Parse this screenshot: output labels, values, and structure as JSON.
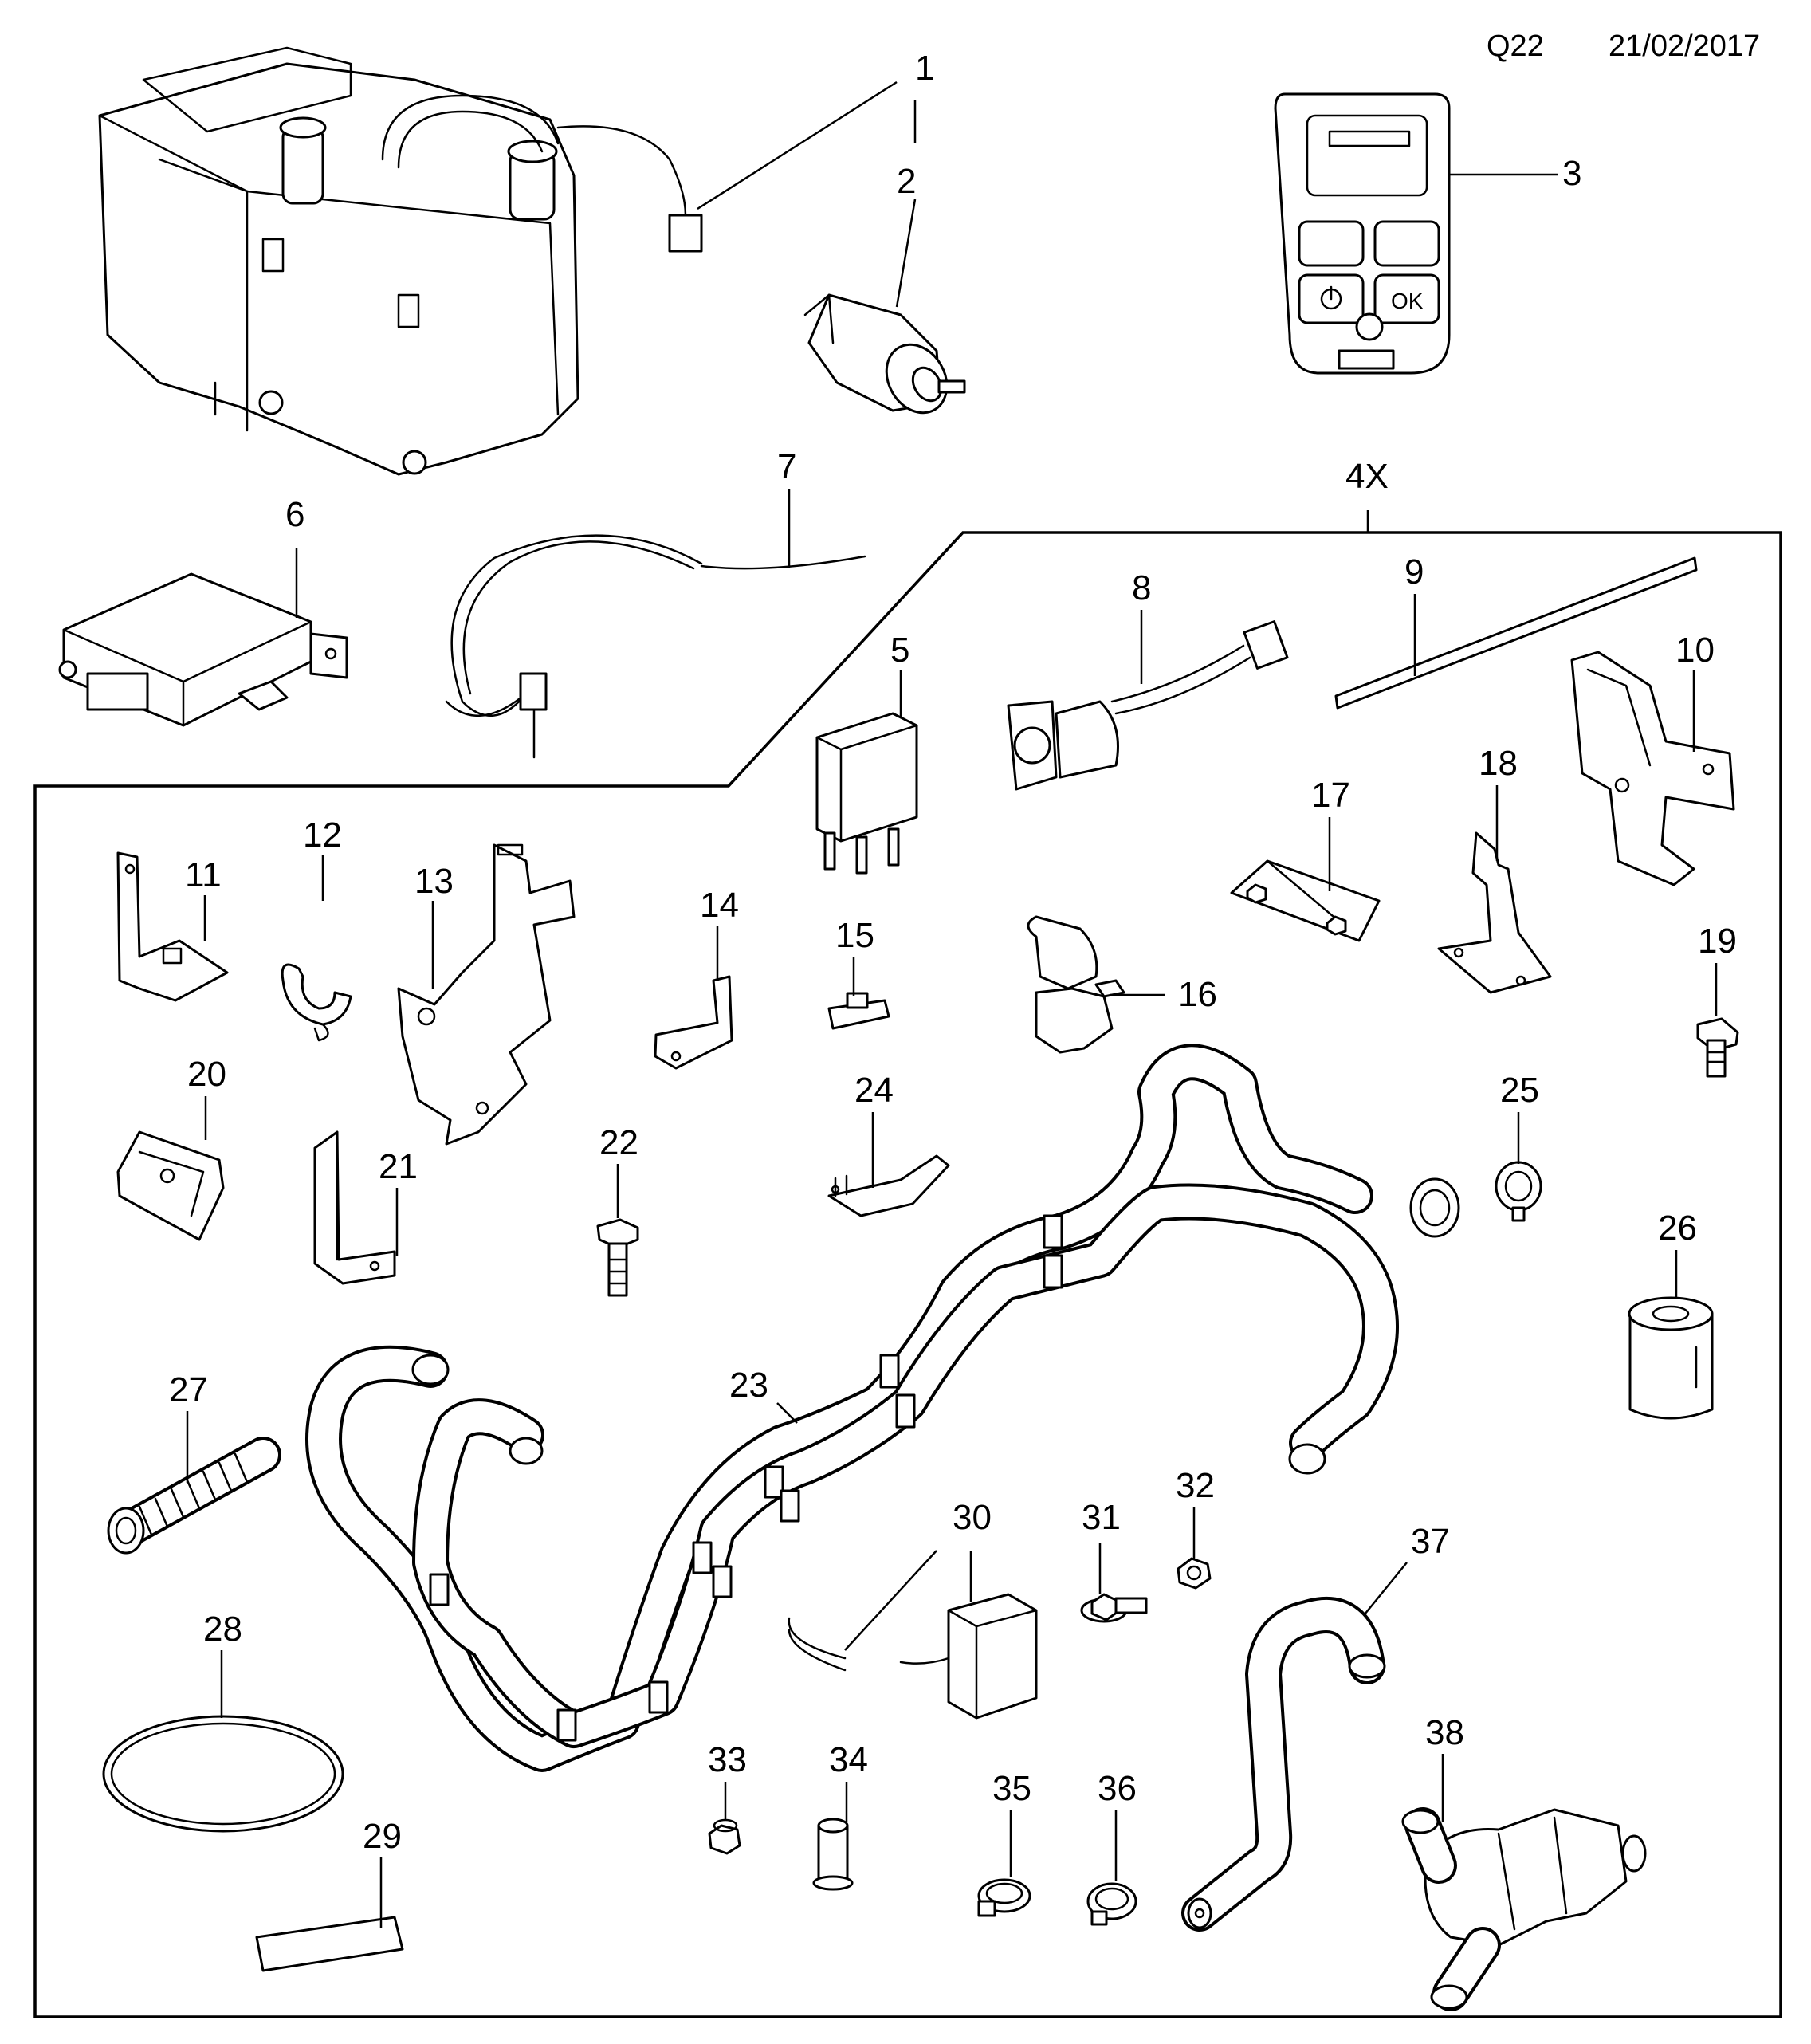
{
  "header": {
    "code": "Q22",
    "date": "21/02/2017"
  },
  "group_label": "4X",
  "callouts": [
    "1",
    "2",
    "3",
    "5",
    "6",
    "7",
    "8",
    "9",
    "10",
    "11",
    "12",
    "13",
    "14",
    "15",
    "16",
    "17",
    "18",
    "19",
    "20",
    "21",
    "22",
    "23",
    "24",
    "25",
    "26",
    "27",
    "28",
    "29",
    "30",
    "31",
    "32",
    "33",
    "34",
    "35",
    "36",
    "37",
    "38"
  ],
  "remote": {
    "ok_label": "OK"
  },
  "colors": {
    "line": "#000000",
    "background": "#ffffff"
  }
}
